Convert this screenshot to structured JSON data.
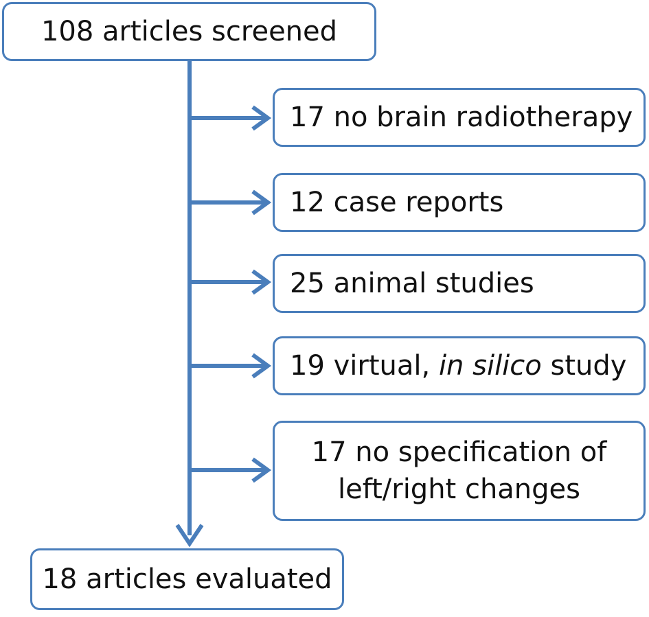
{
  "flowchart": {
    "start": "108 articles screened",
    "exclusions": [
      {
        "text": "17 no brain radiotherapy"
      },
      {
        "text": "12 case reports"
      },
      {
        "text": "25 animal studies"
      },
      {
        "before": "19 virtual, ",
        "italic": "in silico",
        "after": " study"
      },
      {
        "line1": "17 no specification of",
        "line2": "left/right changes"
      }
    ],
    "end": "18 articles evaluated"
  },
  "colors": {
    "border": "#4a7ebb",
    "connector": "#4a7ebb",
    "text": "#111111"
  }
}
